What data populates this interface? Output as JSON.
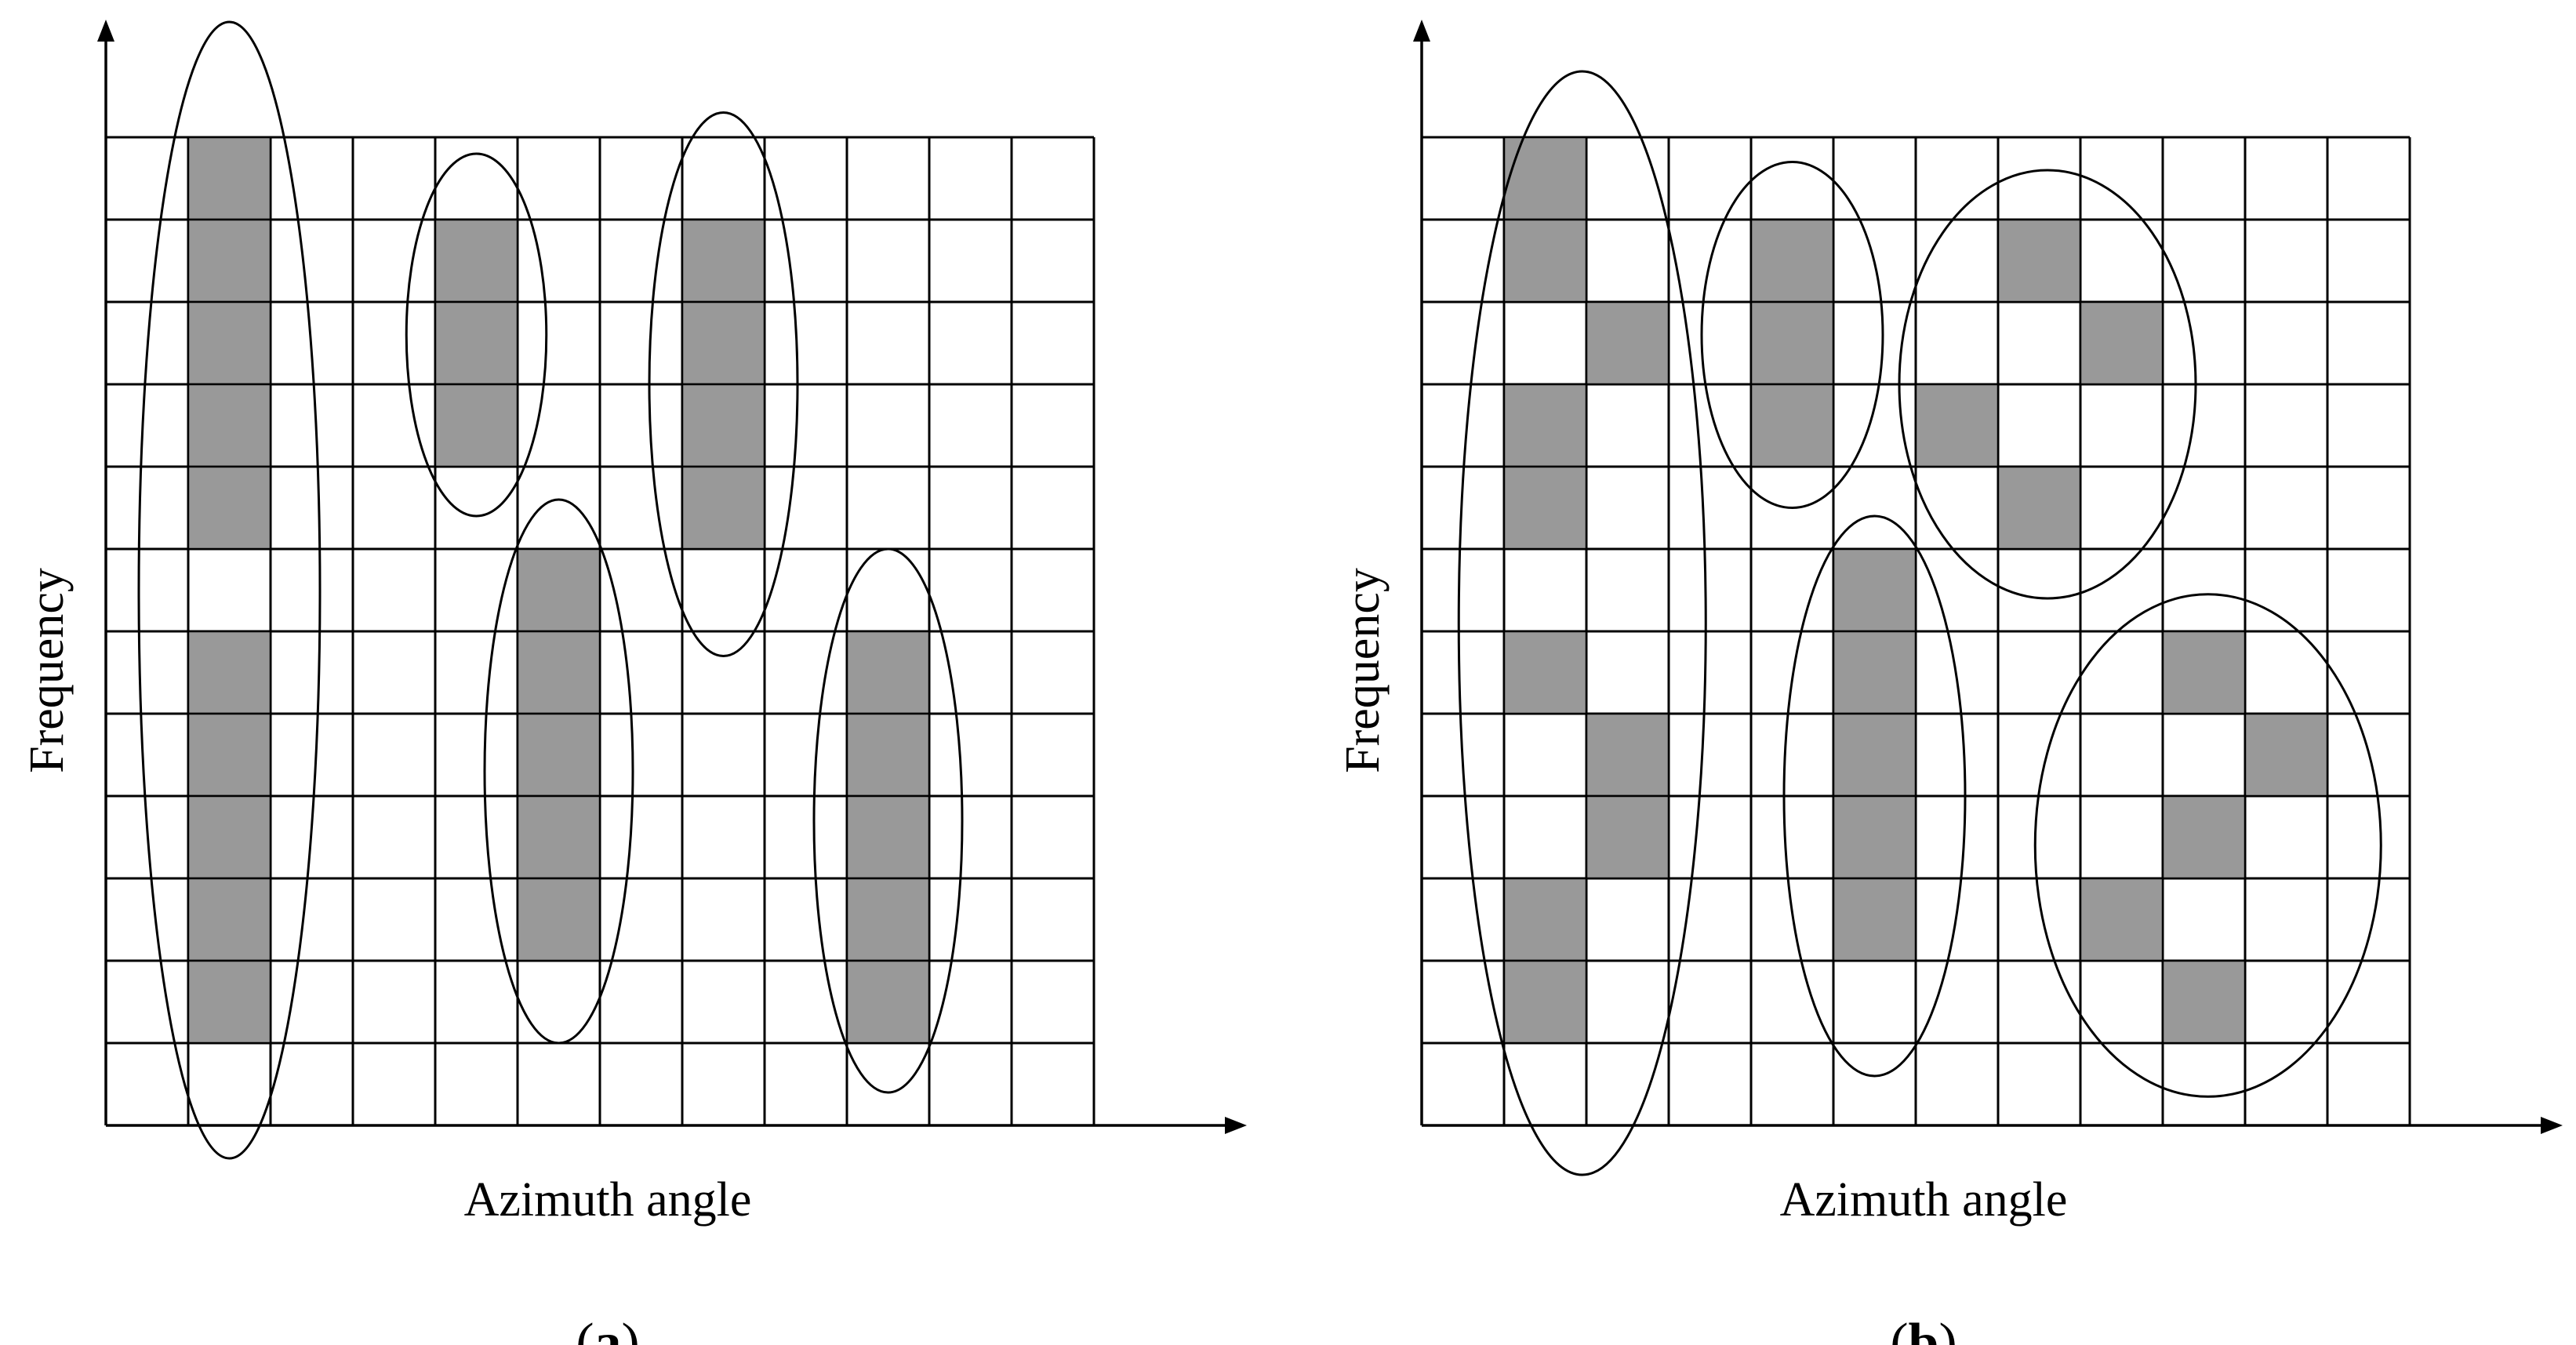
{
  "grid": {
    "columns": 12,
    "rows": 12
  },
  "colors": {
    "cell_fill": "#999999",
    "line": "#000000",
    "background": "#ffffff"
  },
  "panels": [
    {
      "id": "a",
      "panel_label": "a",
      "xlabel": "Azimuth angle",
      "ylabel": "Frequency",
      "shaded_cells": [
        [
          1,
          0
        ],
        [
          1,
          1
        ],
        [
          1,
          2
        ],
        [
          1,
          3
        ],
        [
          1,
          4
        ],
        [
          1,
          6
        ],
        [
          1,
          7
        ],
        [
          1,
          8
        ],
        [
          1,
          9
        ],
        [
          1,
          10
        ],
        [
          4,
          1
        ],
        [
          4,
          2
        ],
        [
          4,
          3
        ],
        [
          5,
          5
        ],
        [
          5,
          6
        ],
        [
          5,
          7
        ],
        [
          5,
          8
        ],
        [
          5,
          9
        ],
        [
          7,
          1
        ],
        [
          7,
          2
        ],
        [
          7,
          3
        ],
        [
          7,
          4
        ],
        [
          9,
          6
        ],
        [
          9,
          7
        ],
        [
          9,
          8
        ],
        [
          9,
          9
        ],
        [
          9,
          10
        ]
      ],
      "clusters": [
        {
          "cx": 1.5,
          "cy": 5.5,
          "rx": 1.1,
          "ry": 6.9
        },
        {
          "cx": 4.5,
          "cy": 2.4,
          "rx": 0.85,
          "ry": 2.2
        },
        {
          "cx": 5.5,
          "cy": 7.7,
          "rx": 0.9,
          "ry": 3.3
        },
        {
          "cx": 7.5,
          "cy": 3.0,
          "rx": 0.9,
          "ry": 3.3
        },
        {
          "cx": 9.5,
          "cy": 8.3,
          "rx": 0.9,
          "ry": 3.3
        }
      ]
    },
    {
      "id": "b",
      "panel_label": "b",
      "xlabel": "Azimuth angle",
      "ylabel": "Frequency",
      "shaded_cells": [
        [
          1,
          0
        ],
        [
          1,
          1
        ],
        [
          2,
          2
        ],
        [
          1,
          3
        ],
        [
          1,
          4
        ],
        [
          1,
          6
        ],
        [
          2,
          7
        ],
        [
          2,
          8
        ],
        [
          1,
          9
        ],
        [
          1,
          10
        ],
        [
          4,
          1
        ],
        [
          4,
          2
        ],
        [
          4,
          3
        ],
        [
          5,
          5
        ],
        [
          5,
          6
        ],
        [
          5,
          7
        ],
        [
          5,
          8
        ],
        [
          5,
          9
        ],
        [
          7,
          1
        ],
        [
          8,
          2
        ],
        [
          6,
          3
        ],
        [
          7,
          4
        ],
        [
          9,
          6
        ],
        [
          10,
          7
        ],
        [
          9,
          8
        ],
        [
          8,
          9
        ],
        [
          9,
          10
        ]
      ],
      "clusters": [
        {
          "cx": 1.95,
          "cy": 5.9,
          "rx": 1.5,
          "ry": 6.7
        },
        {
          "cx": 4.5,
          "cy": 2.4,
          "rx": 1.1,
          "ry": 2.1
        },
        {
          "cx": 7.6,
          "cy": 3.0,
          "rx": 1.8,
          "ry": 2.6
        },
        {
          "cx": 5.5,
          "cy": 8.0,
          "rx": 1.1,
          "ry": 3.4
        },
        {
          "cx": 9.55,
          "cy": 8.6,
          "rx": 2.1,
          "ry": 3.05
        }
      ]
    }
  ]
}
